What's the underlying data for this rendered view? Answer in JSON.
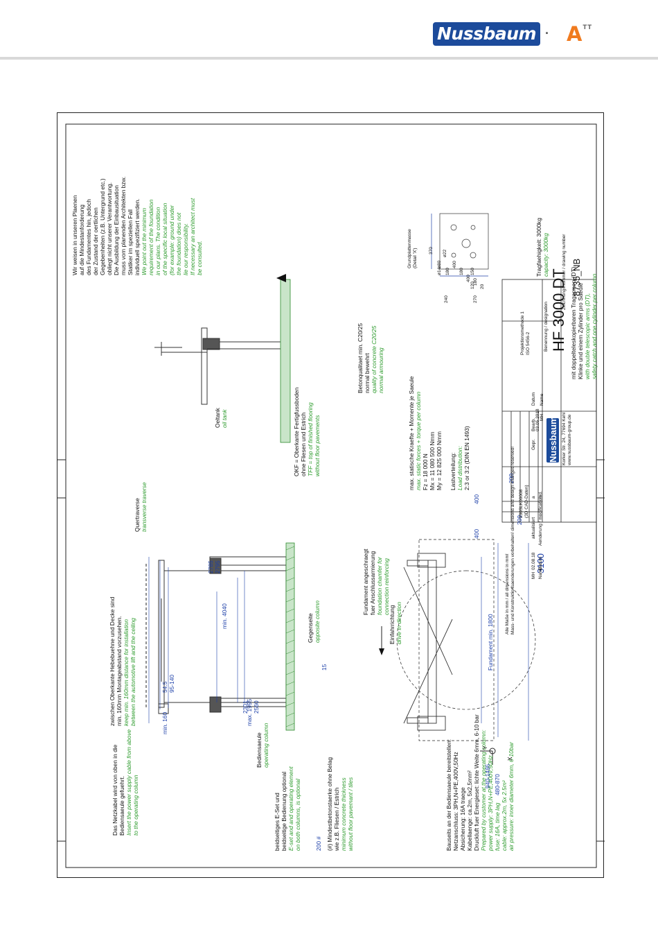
{
  "header": {
    "logo_text": "Nussbaum",
    "separator": "·",
    "att_logo": {
      "a": "A",
      "tt": "TT"
    },
    "accent_color": "#1c4b9b",
    "att_color": "#f07b1f"
  },
  "notes": {
    "architect_de": [
      "Wir weisen in unseren Plaenen",
      "auf die Mindestanforderung",
      "des Fundamentes hin, jedoch",
      "der Zustand der oertlichen",
      "Gegebenheiten (z.B. Untergrund etc.)",
      "obliegt nicht unserer Verantwortung.",
      "Die Ausbildung der Einbausituation",
      "muss vom planenden Architekten bzw.",
      "Statiker im speziellen Fall",
      "individuell spezifiziert werden."
    ],
    "architect_en": [
      "We point out the minimum",
      "requirement of the foundation",
      "in our plans. The condition",
      "of the specific local situation",
      "(for example: ground under",
      "the foundation) does not",
      "lie our responsibility.",
      "If necessary an architect must",
      "be consulted."
    ],
    "concrete_de": [
      "Betonqualitaet min. C20/25",
      "normal bewehrt"
    ],
    "concrete_en": [
      "quality of concrete C20/25",
      "normal armouring"
    ],
    "okf_de": [
      "OKF = Oberkante Fertigfussboden",
      "ohne Fliesen und Estrich"
    ],
    "okf_en": [
      "TFF = top of finished flooring",
      "without floor pavements"
    ],
    "oeltank_de": "Oeltank",
    "oeltank_en": "oil tank",
    "quertraverse_de": "Quertraverse",
    "quertraverse_en": "transverse traverse",
    "gegenseite_de": "Gegenseite",
    "gegenseite_en": "opposite column",
    "fundament_de": [
      "Fundament angeschraegt",
      "fuer Anschlussarmierung"
    ],
    "fundament_en": [
      "foundation chamfer for",
      "connection reinforcing"
    ],
    "forces_de": "max. statische Kraefte + Momente je Saeule",
    "forces_en": "max. static forces + torque per column",
    "forces_vals": [
      "Fz = 18 000 N",
      "Mx = 11 080 500 Nmm",
      "My = 12 825 000 Nmm"
    ],
    "load_de": "Lastverteilung:",
    "load_en": "Load distribution:",
    "load_val": "2:3 or 3:2 (DIN EN 1493)",
    "mounting_de": [
      "zwischen Oberkante Hebebuehne und Decke sind",
      "min. 160mm Montageabstand vorzusehen."
    ],
    "mounting_en": [
      "keep min. 160mm distance for installation",
      "between the automotive lift and the ceiling"
    ],
    "cable_de": [
      "Das Netzkabel wird von oben in die",
      "Bediensaeule gefuehrt."
    ],
    "cable_en": [
      "Insert the power supply cable from above",
      "to the operating column"
    ],
    "bediensaeule_de": "Bediensaeule",
    "bediensaeule_en": "operating column",
    "eset_de": [
      "beidseitiges E-Set und",
      "beidseitige Bedienung optional"
    ],
    "eset_en": [
      "E-set and and operating element",
      "on both columns, is optional"
    ],
    "min_concrete_de": [
      "(#) Mindestbetonstaerke ohne Belag",
      "wie z.B. Fliesen / Estrich"
    ],
    "min_concrete_en": [
      "minimum concrete thickness",
      "without floor pavemant / tiles"
    ],
    "site_de": [
      "Bauseits an der Bediensaeule bereitstellen:",
      "Netzanschluss: 3PH,N+PE,400V,50Hz",
      "Absicherung: 16A traege",
      "Kabellaenge: ca.2m, 5x2,5mm²",
      "Druckluft fuer Energieset: lichte Weite 6mm, 6-10 bar"
    ],
    "site_en": [
      "Prepared by customer at the operating column:",
      "power supply: 3PH,N+PE,400V,50Hz",
      "fuse: 16A, time lag",
      "cable: approx.2m, 5x 2.5m²",
      "air pressure: inner diameter 6mm, 6-10bar"
    ],
    "drive_de": "Einfahrrichtung",
    "drive_en": "drive in direction",
    "axis_x": "X",
    "axis_y": "Y"
  },
  "dims": {
    "min4040": "min. 4040",
    "d2795": "2795",
    "d2785": "2785",
    "d15": "15",
    "max1995": "max. 1995",
    "min160": "min. 160",
    "d2301": "2301",
    "d2560": "2560",
    "d545": "54.5",
    "d95_140": "95-140",
    "d200h": "200 #",
    "fund1800": "Fundament min. 1800",
    "d400a": "400",
    "d200a": "200",
    "d200b": "200",
    "d400b": "400",
    "d3100": "3100",
    "d940": "940-1495",
    "d480": "480-870",
    "detail": [
      "400",
      "180",
      "180",
      "370",
      "240",
      "270",
      "20",
      "ø22",
      "ø80",
      "ø14",
      "180",
      "400",
      "150",
      "120"
    ],
    "detail_caption": "Grundplattenmasse",
    "detail_caption2": "(Detail 'X')"
  },
  "title_block": {
    "disclaimer_de": "Alle Maße in mm / all dimensions in mm!",
    "disclaimer_en": "Mass- und Konstruktionsaenderungen vorbehalten! dimensions and design changes reserved!",
    "cad1": "230SLK00008",
    "cad2": "(3D CAD-Daten)",
    "projection": "Projektionsmethode 1",
    "projection2": "ISO 5456-2",
    "datum_h": "Datum",
    "name_h": "Name",
    "bearb": "Bearb.",
    "bearb_date": "03.05.2018",
    "bearb_name": "MH",
    "gepr": "Gepr.",
    "rev_a": "a",
    "rev_text": "aktualisiert",
    "rev_date": "02.08.18",
    "rev_name": "MH",
    "ind_h": "Ind.",
    "aend_h": "Aenderung / modification",
    "datum_h2": "Datum",
    "name_h2": "Name",
    "company_logo": "Nussbaum",
    "addr1": "Korker Str. 24, 77694 Kehl",
    "addr2": "www.nussbaum-group.de",
    "designation_label": "Benennung / designation",
    "model": "HF 3000 DT",
    "desc_de": [
      "mit doppelteleskopierbaren Tragarmen (DT),",
      "Klinke und einem Zylinder pro Saeule"
    ],
    "desc_en": [
      "with double telescopic arms (DT),",
      "safety catch and one cylinder per column"
    ],
    "capacity_de": "Tragfaehigkeit: 3000kg",
    "capacity_en": "capacity: 3000kg",
    "drawing_no_label": "Zeichnungsnummer / drawing number",
    "drawing_no": "8735_NB"
  }
}
